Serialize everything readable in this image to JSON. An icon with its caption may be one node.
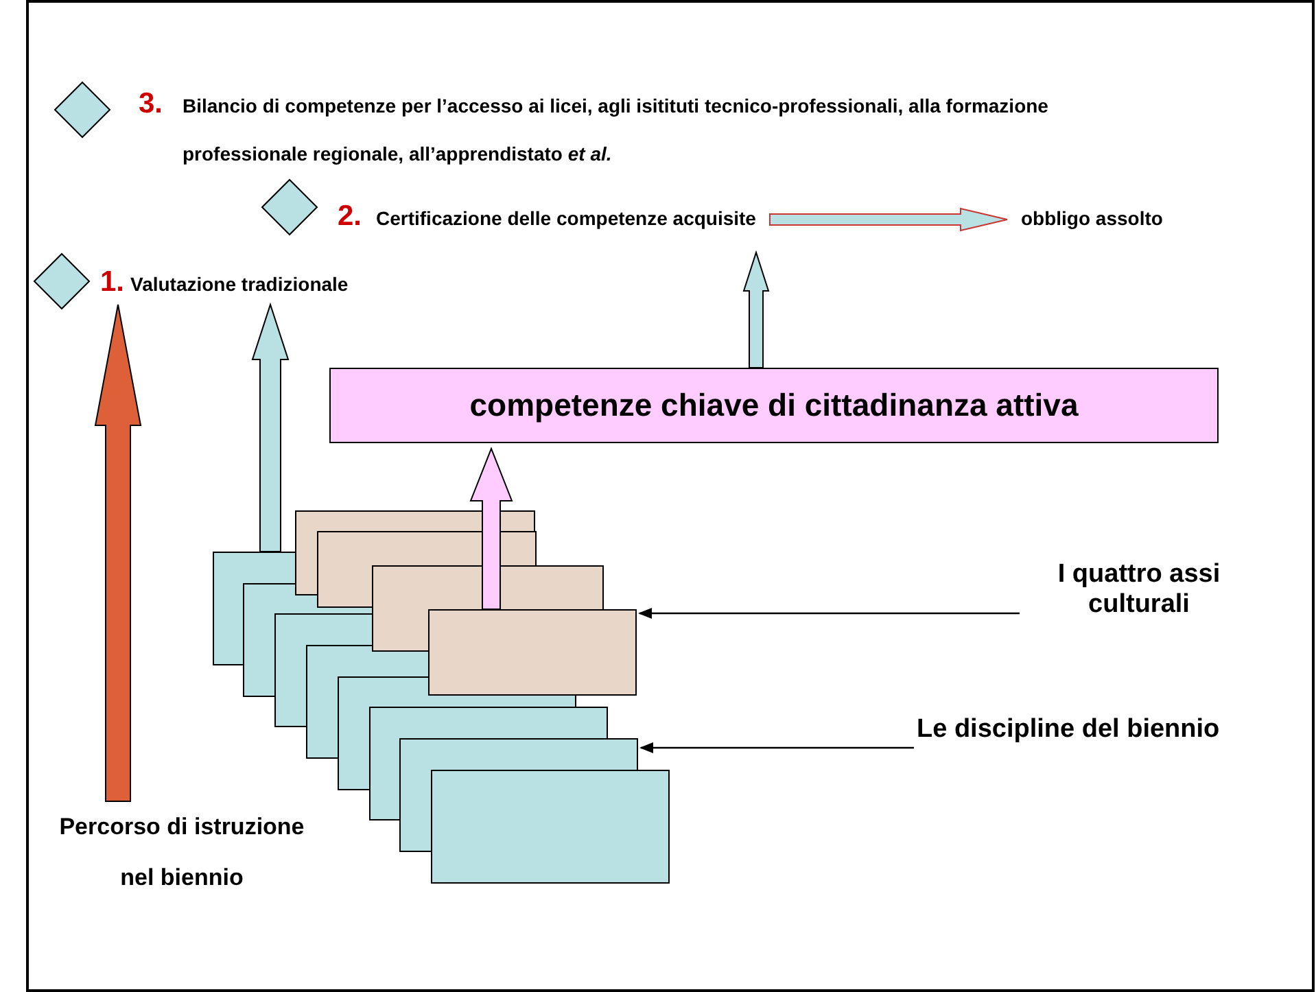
{
  "diagram": {
    "nodes": [
      {
        "text": [
          "3.",
          "Bilancio di competenze per l’accesso ai licei, agli isitituti tecnico-professionali, alla formazione professionale regionale, all’apprendistato *et al.*"
        ]
      },
      {
        "text": [
          "2.",
          "Certificazione delle competenze acquisite"
        ]
      },
      {
        "text": [
          "obbligo assolto"
        ]
      },
      {
        "text": [
          "1.",
          "Valutazione tradizionale"
        ]
      },
      {
        "text": [
          "competenze chiave di cittadinanza attiva"
        ]
      },
      {
        "text": [],
        "shape": "box"
      },
      {
        "text": [],
        "shape": "box"
      },
      {
        "text": [],
        "shape": "box"
      },
      {
        "text": [],
        "shape": "box"
      },
      {
        "text": [],
        "shape": "box"
      },
      {
        "text": [],
        "shape": "box"
      },
      {
        "text": [],
        "shape": "box"
      },
      {
        "text": [],
        "shape": "box"
      },
      {
        "text": [],
        "shape": "box"
      },
      {
        "text": [],
        "shape": "box"
      },
      {
        "text": [],
        "shape": "box"
      },
      {
        "text": [],
        "shape": "box"
      },
      {
        "text": [
          "I quattro assi culturali"
        ]
      },
      {
        "text": [
          "Le discipline del biennio"
        ]
      },
      {
        "text": [
          "Percorso di istruzione nel biennio"
        ]
      }
    ],
    "edges": [
      {
        "from": 1,
        "to": 2,
        "arrow": "to",
        "style": "thick",
        "color": "#b9e0e3"
      },
      {
        "from": 4,
        "to": 1,
        "arrow": "to",
        "style": "thick",
        "color": "#b9e0e3"
      },
      {
        "from": 8,
        "to": 4,
        "arrow": "to",
        "style": "thick",
        "color": "#ffccff"
      },
      {
        "from": 9,
        "to": 3,
        "arrow": "to",
        "style": "thick",
        "color": "#b9e0e3"
      },
      {
        "from": 19,
        "to": 3,
        "arrow": "to",
        "style": "thick",
        "color": "#dd6038"
      },
      {
        "from": 17,
        "to": 8,
        "arrow": "to"
      },
      {
        "from": 18,
        "to": 15,
        "arrow": "to"
      }
    ]
  }
}
